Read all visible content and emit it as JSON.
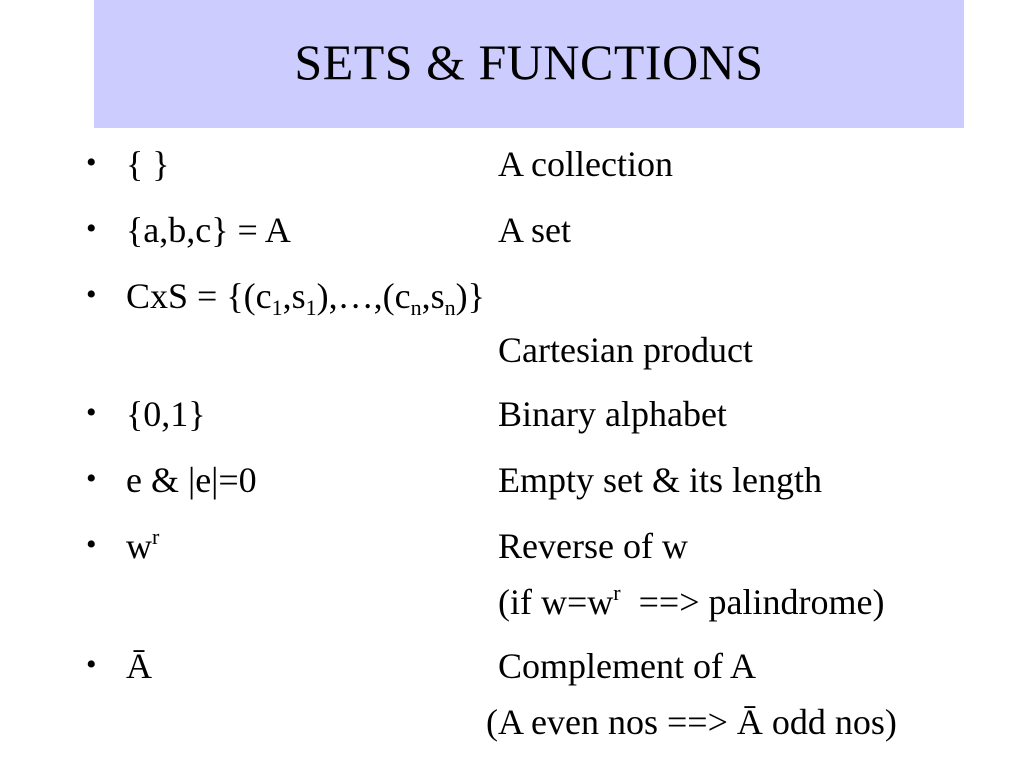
{
  "slide": {
    "title": "SETS & FUNCTIONS",
    "bullet_glyph": "•",
    "items": [
      {
        "term": "{ }",
        "desc": "A collection"
      },
      {
        "term": "{a,b,c} = A",
        "desc": "A set"
      },
      {
        "term_parts": [
          "CxS = {(c",
          "1",
          ",s",
          "1",
          "),…,(c",
          "n",
          ",s",
          "n",
          ")}"
        ],
        "desc": "Cartesian product"
      },
      {
        "term": "{0,1}",
        "desc": "Binary alphabet"
      },
      {
        "term": "e & |e|=0",
        "desc": "Empty set & its length"
      },
      {
        "term_base": "w",
        "term_sup": "r",
        "desc": "Reverse of w",
        "desc2_parts": [
          "(if w=w",
          "r",
          "  ==> palindrome)"
        ]
      },
      {
        "term": "Ā",
        "desc": "Complement of A",
        "desc2": "(A even nos ==> Ā odd nos)"
      }
    ]
  }
}
